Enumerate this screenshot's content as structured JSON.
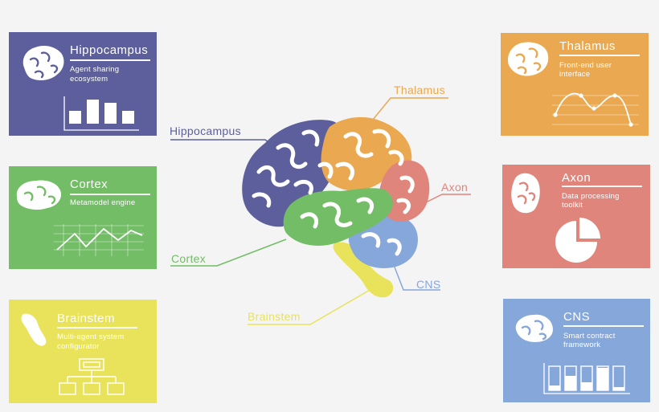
{
  "colors": {
    "background": "#f4f4f5",
    "hippocampus": "#5c5f9b",
    "cortex": "#72bd65",
    "brainstem": "#e8e35a",
    "thalamus": "#eaa850",
    "axon": "#e0857b",
    "cns": "#86a7da"
  },
  "cards": {
    "hippocampus": {
      "title": "Hippocampus",
      "description": [
        "Agent sharing",
        "ecosystem"
      ],
      "icon": "bar-chart-icon"
    },
    "cortex": {
      "title": "Cortex",
      "description": [
        "Metamodel engine"
      ],
      "icon": "line-chart-icon"
    },
    "brainstem": {
      "title": "Brainstem",
      "description": [
        "Multi-agent system",
        "configurator"
      ],
      "icon": "org-chart-icon"
    },
    "thalamus": {
      "title": "Thalamus",
      "description": [
        "Front-end user",
        "interface"
      ],
      "icon": "curve-chart-icon"
    },
    "axon": {
      "title": "Axon",
      "description": [
        "Data processing",
        "toolkit"
      ],
      "icon": "pie-chart-icon"
    },
    "cns": {
      "title": "CNS",
      "description": [
        "Smart contract",
        "framework"
      ],
      "icon": "level-bars-icon"
    }
  },
  "callouts": {
    "hippocampus": "Hippocampus",
    "thalamus": "Thalamus",
    "axon": "Axon",
    "cortex": "Cortex",
    "cns": "CNS",
    "brainstem": "Brainstem"
  }
}
